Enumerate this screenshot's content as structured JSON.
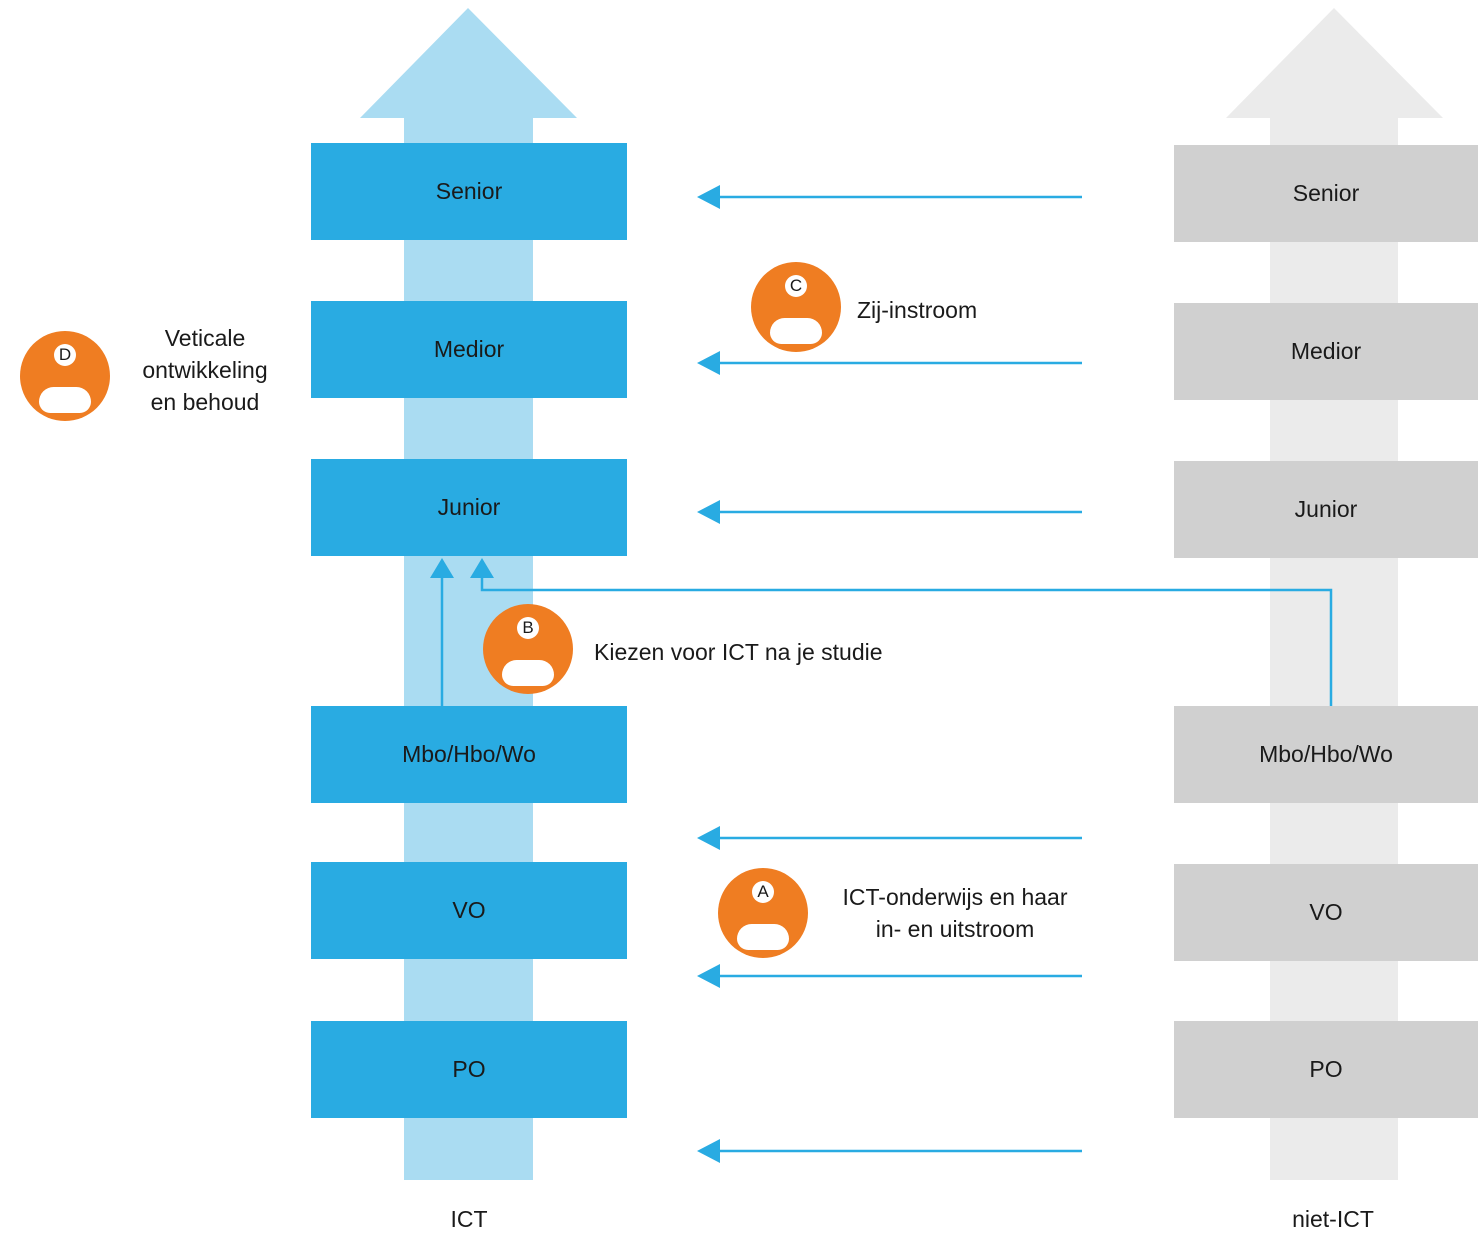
{
  "columns": {
    "ict": {
      "label": "ICT",
      "levels": [
        "Senior",
        "Medior",
        "Junior",
        "Mbo/Hbo/Wo",
        "VO",
        "PO"
      ]
    },
    "niet_ict": {
      "label": "niet-ICT",
      "levels": [
        "Senior",
        "Medior",
        "Junior",
        "Mbo/Hbo/Wo",
        "VO",
        "PO"
      ]
    }
  },
  "annotations": {
    "a": {
      "badge": "A",
      "text": "ICT-onderwijs en haar in- en uitstroom",
      "line1": "ICT-onderwijs en haar",
      "line2": "in- en uitstroom"
    },
    "b": {
      "badge": "B",
      "text": "Kiezen voor ICT na je studie"
    },
    "c": {
      "badge": "C",
      "text": "Zij-instroom"
    },
    "d": {
      "badge": "D",
      "line1": "Veticale",
      "line2": "ontwikkeling",
      "line3": "en behoud"
    }
  },
  "colors": {
    "ict_box": "#29abe2",
    "ict_arrow": "#aadcf2",
    "niet_box": "#d0d0d0",
    "niet_arrow": "#ebebeb",
    "flow_line": "#29abe2",
    "badge": "#ef7d22"
  }
}
